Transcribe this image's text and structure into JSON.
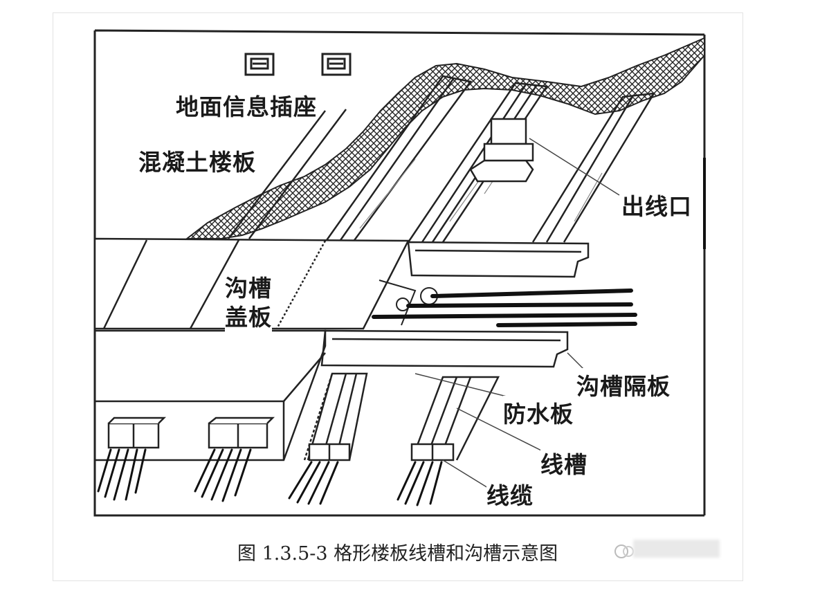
{
  "labels": {
    "floor_socket": "地面信息插座",
    "concrete_slab": "混凝土楼板",
    "outlet": "出线口",
    "trench_cover_line1": "沟槽",
    "trench_cover_line2": "盖板",
    "trench_partition": "沟槽隔板",
    "waterproof_plate": "防水板",
    "wire_duct": "线槽",
    "cable": "线缆"
  },
  "caption": "图 1.3.5-3 格形楼板线槽和沟槽示意图"
}
